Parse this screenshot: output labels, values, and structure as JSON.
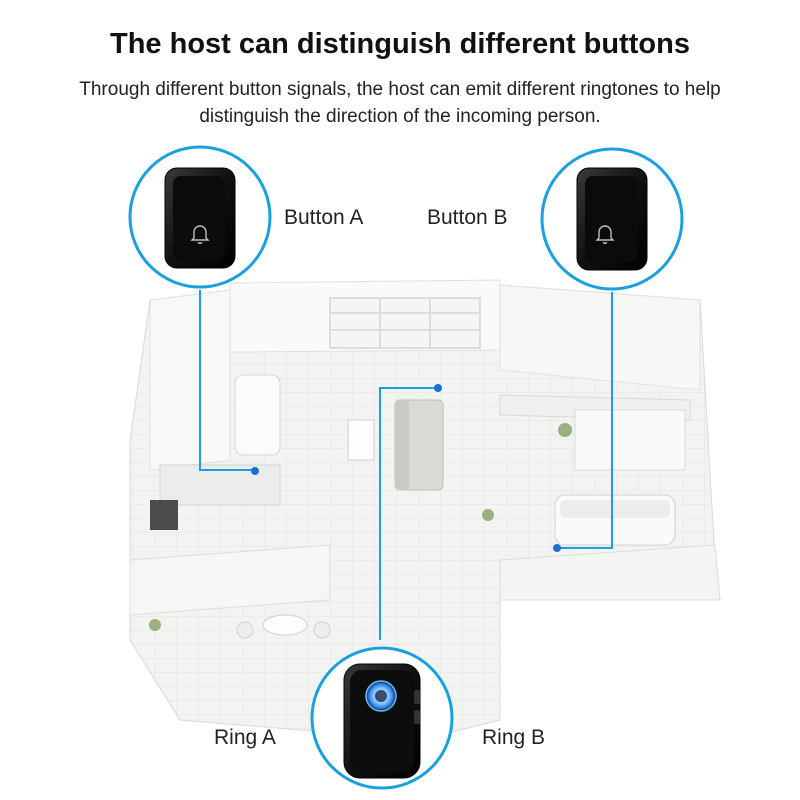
{
  "heading": {
    "title": "The host can distinguish different buttons",
    "subtitle": "Through different button signals, the host can emit different ringtones to help distinguish the direction of the incoming person."
  },
  "devices": {
    "button_a": {
      "label": "Button A",
      "icon": "bell-icon"
    },
    "button_b": {
      "label": "Button B",
      "icon": "bell-icon"
    },
    "receiver": {
      "icon": "glowing-round-button-icon"
    }
  },
  "rings": {
    "ring_a": {
      "label": "Ring A"
    },
    "ring_b": {
      "label": "Ring B"
    }
  },
  "colors": {
    "accent": "#1aa0df",
    "device_body": "#161616",
    "floor": "#f2f2f0",
    "wall": "#ffffff"
  }
}
